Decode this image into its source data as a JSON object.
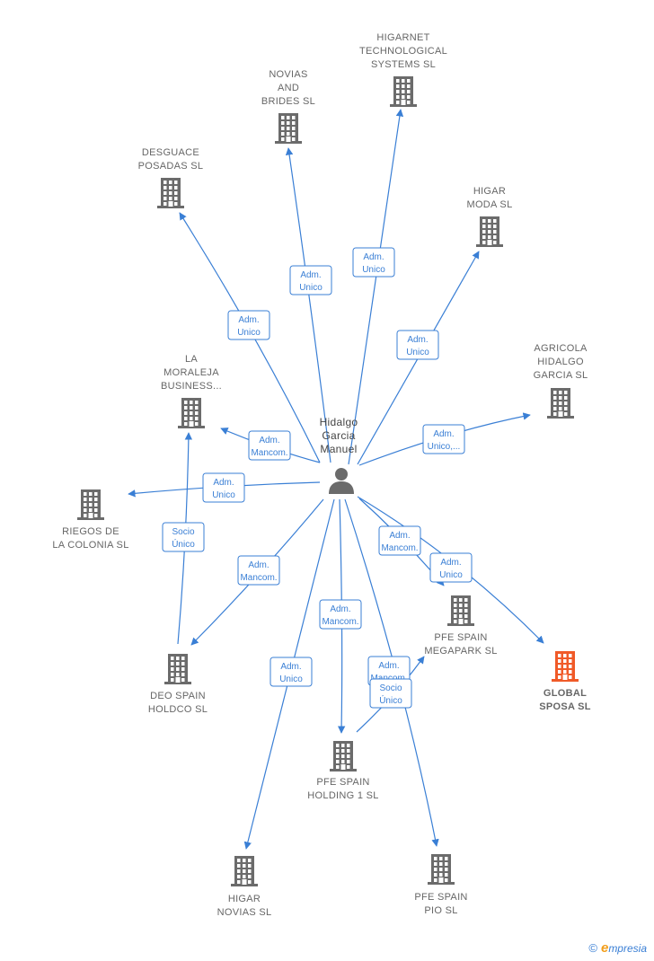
{
  "colors": {
    "edge": "#3a7fd5",
    "building": "#6b6b6b",
    "building_highlight": "#f05a28",
    "label": "#666666"
  },
  "center": {
    "name_lines": [
      "Hidalgo",
      "Garcia",
      "Manuel"
    ],
    "icon": "person-icon"
  },
  "nodes": [
    {
      "id": "higarnet",
      "lines": [
        "HIGARNET",
        "TECHNOLOGICAL",
        "SYSTEMS  SL"
      ],
      "icon": "building-icon",
      "highlight": false
    },
    {
      "id": "novias-brides",
      "lines": [
        "NOVIAS",
        "AND",
        "BRIDES  SL"
      ],
      "icon": "building-icon",
      "highlight": false
    },
    {
      "id": "desguace",
      "lines": [
        "DESGUACE",
        "POSADAS  SL"
      ],
      "icon": "building-icon",
      "highlight": false
    },
    {
      "id": "higar-moda",
      "lines": [
        "HIGAR",
        "MODA SL"
      ],
      "icon": "building-icon",
      "highlight": false
    },
    {
      "id": "agricola",
      "lines": [
        "AGRICOLA",
        "HIDALGO",
        "GARCIA  SL"
      ],
      "icon": "building-icon",
      "highlight": false
    },
    {
      "id": "la-moraleja",
      "lines": [
        "LA",
        "MORALEJA",
        "BUSINESS..."
      ],
      "icon": "building-icon",
      "highlight": false
    },
    {
      "id": "riegos",
      "lines": [
        "RIEGOS DE",
        "LA COLONIA SL"
      ],
      "icon": "building-icon",
      "highlight": false
    },
    {
      "id": "deo-spain",
      "lines": [
        "DEO SPAIN",
        "HOLDCO  SL"
      ],
      "icon": "building-icon",
      "highlight": false
    },
    {
      "id": "pfe-megapark",
      "lines": [
        "PFE SPAIN",
        "MEGAPARK  SL"
      ],
      "icon": "building-icon",
      "highlight": false
    },
    {
      "id": "global-sposa",
      "lines": [
        "GLOBAL",
        "SPOSA  SL"
      ],
      "icon": "building-icon",
      "highlight": true
    },
    {
      "id": "pfe-holding",
      "lines": [
        "PFE SPAIN",
        "HOLDING 1  SL"
      ],
      "icon": "building-icon",
      "highlight": false
    },
    {
      "id": "higar-novias",
      "lines": [
        "HIGAR",
        "NOVIAS SL"
      ],
      "icon": "building-icon",
      "highlight": false
    },
    {
      "id": "pfe-pio",
      "lines": [
        "PFE SPAIN",
        "PIO  SL"
      ],
      "icon": "building-icon",
      "highlight": false
    }
  ],
  "edges": [
    {
      "to": "higarnet",
      "lines": [
        "Adm.",
        "Unico"
      ]
    },
    {
      "to": "novias-brides",
      "lines": [
        "Adm.",
        "Unico"
      ]
    },
    {
      "to": "desguace",
      "lines": [
        "Adm.",
        "Unico"
      ]
    },
    {
      "to": "higar-moda",
      "lines": [
        "Adm.",
        "Unico"
      ]
    },
    {
      "to": "agricola",
      "lines": [
        "Adm.",
        "Unico,..."
      ]
    },
    {
      "to": "la-moraleja",
      "lines": [
        "Adm.",
        "Mancom."
      ]
    },
    {
      "to": "riegos",
      "lines": [
        "Adm.",
        "Unico"
      ]
    },
    {
      "to": "deo-spain",
      "lines": [
        "Adm.",
        "Mancom."
      ]
    },
    {
      "to": "pfe-megapark",
      "lines": [
        "Adm.",
        "Mancom."
      ]
    },
    {
      "to": "global-sposa",
      "lines": [
        "Adm.",
        "Unico"
      ]
    },
    {
      "to": "pfe-holding",
      "lines": [
        "Adm.",
        "Mancom."
      ]
    },
    {
      "to": "higar-novias",
      "lines": [
        "Adm.",
        "Unico"
      ]
    },
    {
      "to": "pfe-pio",
      "lines": [
        "Adm.",
        "Mancom."
      ]
    },
    {
      "from": "deo-spain",
      "to": "la-moraleja",
      "lines": [
        "Socio",
        "Único"
      ]
    },
    {
      "from": "pfe-holding",
      "to": "pfe-megapark",
      "lines": [
        "Socio",
        "Único"
      ]
    }
  ],
  "footer": {
    "copyright": "©",
    "brand_initial": "e",
    "brand_rest": "mpresia"
  }
}
